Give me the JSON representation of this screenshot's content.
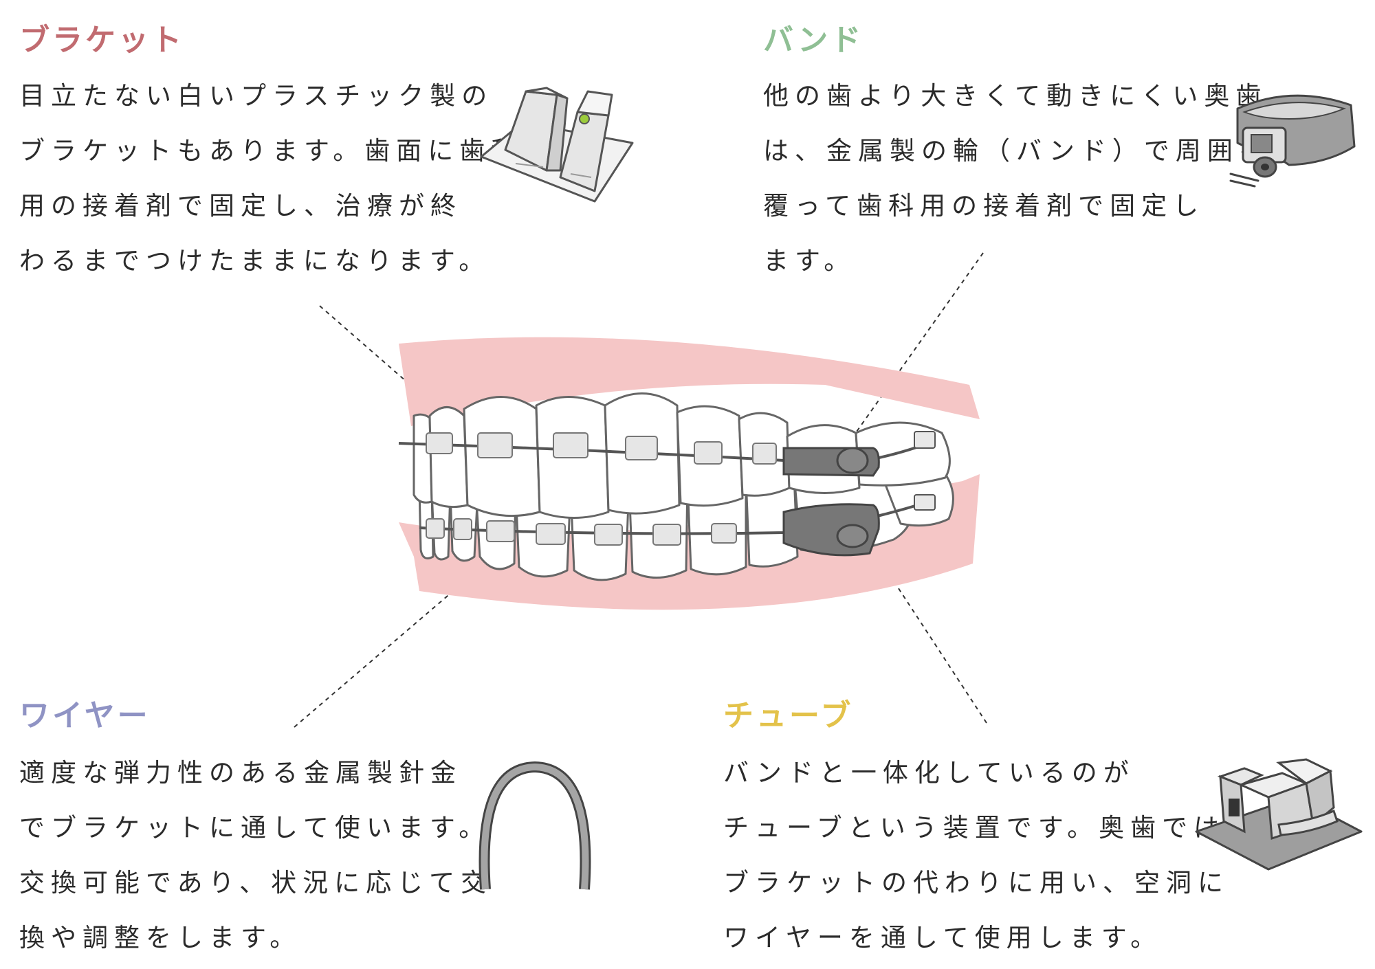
{
  "colors": {
    "bracket": "#c16b70",
    "band": "#8fbf94",
    "wire": "#8f93c4",
    "tube": "#e3c24a",
    "gum": "#f5c6c6",
    "metal": "#7a7a7a"
  },
  "sections": {
    "bracket": {
      "title": "ブラケット",
      "lines": [
        "目立たない白いプラスチック製の",
        "ブラケットもあります。歯面に歯科",
        "用の接着剤で固定し、治療が終",
        "わるまでつけたままになります。"
      ],
      "icon": "ceramic-bracket-icon"
    },
    "band": {
      "title": "バンド",
      "lines": [
        "他の歯より大きくて動きにくい奥歯",
        "は、金属製の輪（バンド）で周囲を",
        "覆って歯科用の接着剤で固定し",
        "ます。"
      ],
      "icon": "metal-band-icon"
    },
    "wire": {
      "title": "ワイヤー",
      "lines": [
        "適度な弾力性のある金属製針金",
        "でブラケットに通して使います。",
        "交換可能であり、状況に応じて交",
        "換や調整をします。"
      ],
      "icon": "arch-wire-icon"
    },
    "tube": {
      "title": "チューブ",
      "lines": [
        "バンドと一体化しているのが",
        "チューブという装置です。奥歯では",
        "ブラケットの代わりに用い、空洞に",
        "ワイヤーを通して使用します。"
      ],
      "icon": "buccal-tube-icon"
    }
  }
}
